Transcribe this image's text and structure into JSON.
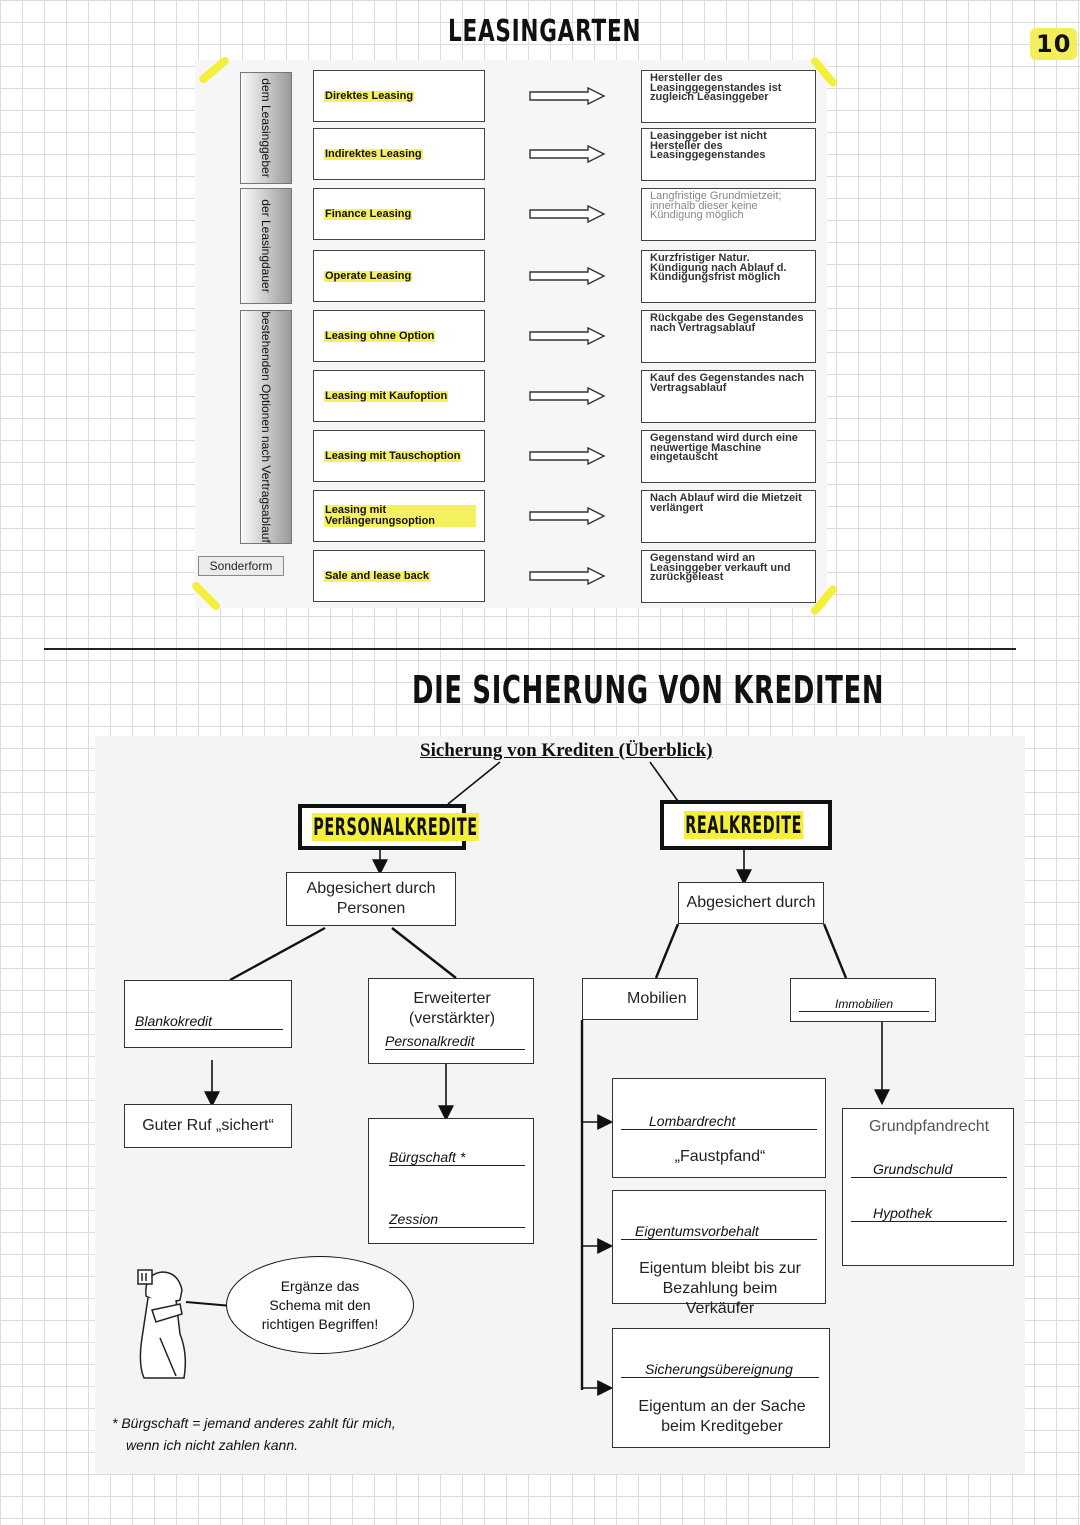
{
  "page_number": "10",
  "leasing": {
    "title": "LEASINGARTEN",
    "side_labels": [
      "dem Leasinggeber",
      "der Leasingdauer",
      "bestehenden Optionen nach Vertragsablauf"
    ],
    "sonderform": "Sonderform",
    "rows": [
      {
        "type": "Direktes Leasing",
        "desc": "Hersteller des Leasinggegenstandes ist zugleich Leasinggeber"
      },
      {
        "type": "Indirektes Leasing",
        "desc": "Leasinggeber ist nicht Hersteller des Leasinggegenstandes"
      },
      {
        "type": "Finance Leasing",
        "desc": "Langfristige Grundmietzeit; innerhalb dieser keine Kündigung möglich"
      },
      {
        "type": "Operate Leasing",
        "desc": "Kurzfristiger Natur. Kündigung nach Ablauf d. Kündigungsfrist möglich"
      },
      {
        "type": "Leasing ohne Option",
        "desc": "Rückgabe des Gegenstandes nach Vertragsablauf"
      },
      {
        "type": "Leasing mit Kaufoption",
        "desc": "Kauf des Gegenstandes nach Vertragsablauf"
      },
      {
        "type": "Leasing mit Tauschoption",
        "desc": "Gegenstand wird durch eine neuwertige Maschine eingetauscht"
      },
      {
        "type": "Leasing mit Verlängerungsoption",
        "desc": "Nach Ablauf wird die Mietzeit verlängert"
      },
      {
        "type": "Sale and lease back",
        "desc": "Gegenstand wird an Leasinggeber verkauft und zurückgeleast"
      }
    ]
  },
  "credit": {
    "title": "DIE SICHERUNG VON KREDITEN",
    "overview_title": "Sicherung von Krediten (Überblick)",
    "personal": {
      "label": "PERSONALKREDITE",
      "secured_by": "Abgesichert durch Personen",
      "blanko": "Blankokredit",
      "guter_ruf": "Guter Ruf „sichert“",
      "erweitert": "Erweiterter (verstärkter)",
      "personalkredit": "Personalkredit",
      "buergschaft": "Bürgschaft *",
      "zession": "Zession"
    },
    "real": {
      "label": "REALKREDITE",
      "secured_by": "Abgesichert durch",
      "mobilien": "Mobilien",
      "immobilien": "Immobilien",
      "lombard": "Lombardrecht",
      "faustpfand": "„Faustpfand“",
      "eigentumsvorbehalt": "Eigentumsvorbehalt",
      "eigentumsvorbehalt_desc": "Eigentum bleibt bis zur Bezahlung beim Verkäufer",
      "sicherung": "Sicherungsübereignung",
      "sicherung_desc": "Eigentum an der Sache beim Kreditgeber",
      "grundpfandrecht": "Grundpfandrecht",
      "grundschuld": "Grundschuld",
      "hypothek": "Hypothek"
    },
    "bubble": "Ergänze das Schema mit den richtigen Begriffen!",
    "footnote_line1": "* Bürgschaft = jemand anderes zahlt für mich,",
    "footnote_line2": "wenn ich nicht zahlen kann."
  },
  "colors": {
    "highlight": "#f4ef3a",
    "ink": "#111111",
    "grid": "#dcdcdc"
  }
}
